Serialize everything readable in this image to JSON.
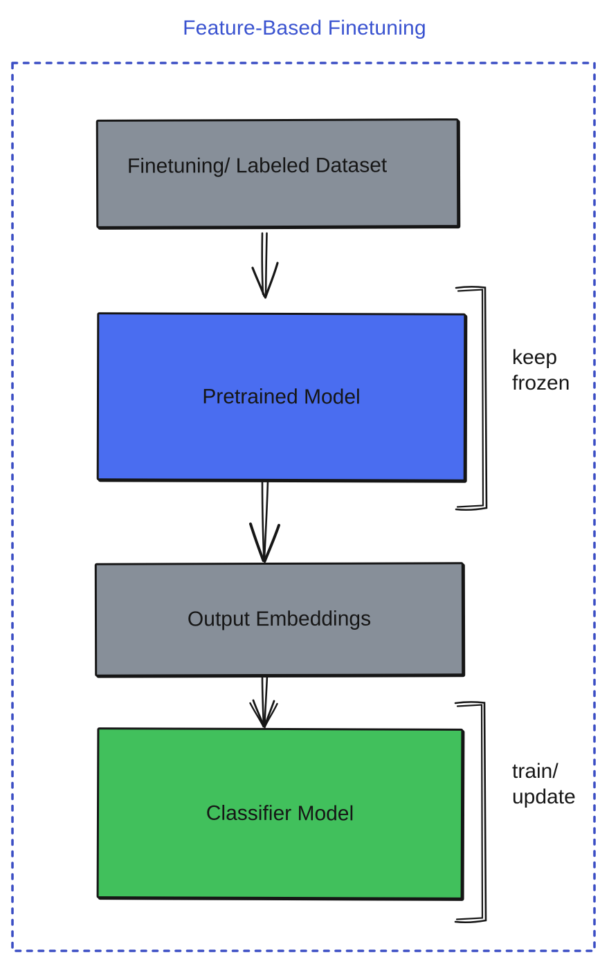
{
  "title": "Feature-Based Finetuning",
  "nodes": {
    "dataset": {
      "label": "Finetuning/ Labeled Dataset",
      "fill": "#878F99"
    },
    "pretrained": {
      "label": "Pretrained Model",
      "fill": "#4A6DF0"
    },
    "embeddings": {
      "label": "Output Embeddings",
      "fill": "#878F99"
    },
    "classifier": {
      "label": "Classifier Model",
      "fill": "#41C05C"
    }
  },
  "annotations": {
    "keep_frozen": {
      "lines": [
        "keep",
        "frozen"
      ],
      "applies_to": "Pretrained Model"
    },
    "train_update": {
      "lines": [
        "train/",
        "update"
      ],
      "applies_to": "Classifier Model"
    }
  },
  "edges": [
    {
      "from": "Finetuning/ Labeled Dataset",
      "to": "Pretrained Model"
    },
    {
      "from": "Pretrained Model",
      "to": "Output Embeddings"
    },
    {
      "from": "Output Embeddings",
      "to": "Classifier Model"
    }
  ],
  "colors": {
    "title_text": "#3A53D0",
    "dashed_frame": "#3B4EC4",
    "ink": "#161616",
    "box_gray": "#878F99",
    "box_blue": "#4A6DF0",
    "box_green": "#41C05C",
    "background": "#FFFFFF"
  }
}
